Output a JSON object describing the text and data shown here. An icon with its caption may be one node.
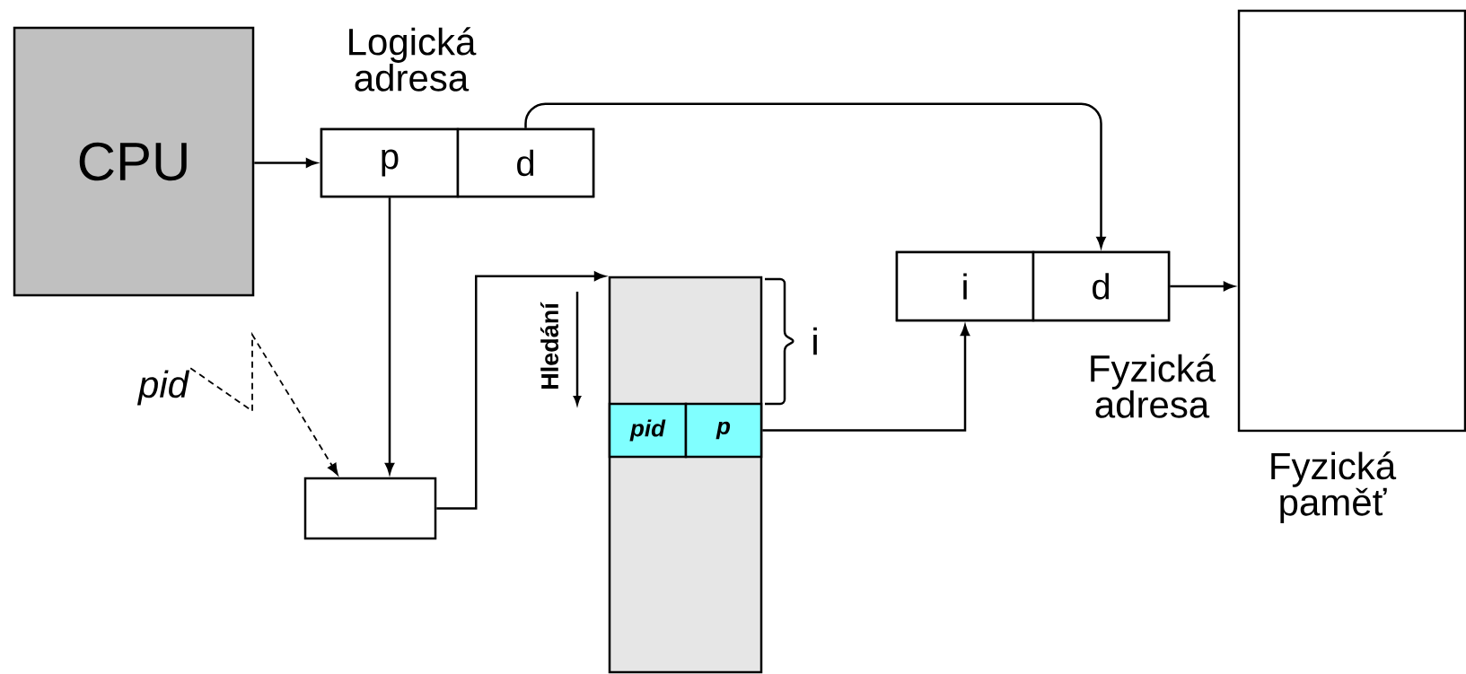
{
  "diagram": {
    "nodes": [
      {
        "text": [
          "CPU"
        ]
      },
      {
        "text": [
          "Logická adresa"
        ]
      },
      {
        "text": [
          "p"
        ],
        "in": 1
      },
      {
        "text": [
          "d"
        ],
        "in": 1
      },
      {
        "text": [
          "pid"
        ]
      },
      {
        "text": [],
        "shape": "box"
      },
      {
        "text": [],
        "shape": "box"
      },
      {
        "text": [
          "pid"
        ],
        "in": 6
      },
      {
        "text": [
          "p"
        ],
        "in": 6
      },
      {
        "text": [
          "Fyzická adresa"
        ]
      },
      {
        "text": [
          "i"
        ],
        "in": 9
      },
      {
        "text": [
          "d"
        ],
        "in": 9
      },
      {
        "text": [
          "Fyzická paměť"
        ]
      }
    ],
    "edges": [
      {
        "from": 0,
        "to": 2,
        "arrow": "to"
      },
      {
        "from": 2,
        "to": 5,
        "arrow": "to"
      },
      {
        "from": 5,
        "to": 6,
        "arrow": "to"
      },
      {
        "from": 3,
        "to": 11,
        "arrow": "to"
      },
      {
        "from": 4,
        "to": 5,
        "arrow": "to",
        "style": "dashed"
      },
      {
        "from": 8,
        "to": 10,
        "arrow": "to"
      },
      {
        "from": 9,
        "to": 12,
        "arrow": "to"
      }
    ],
    "labels": [
      "Hledání",
      "i"
    ]
  }
}
